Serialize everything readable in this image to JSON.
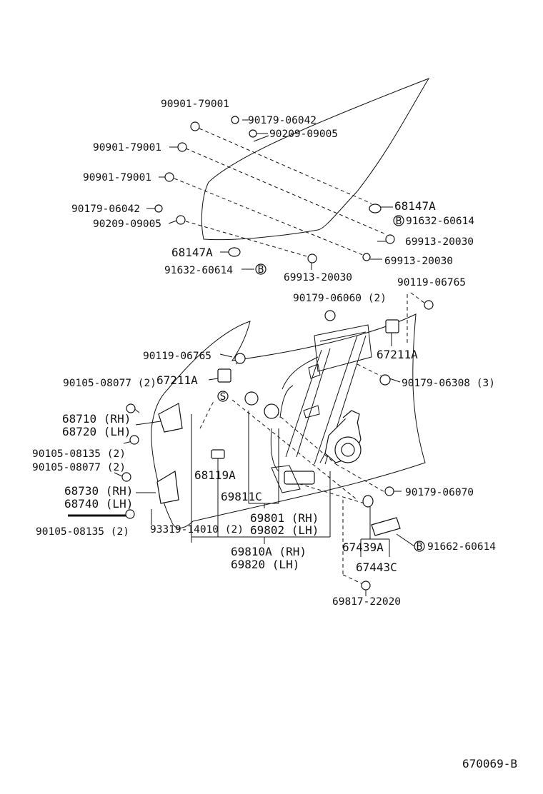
{
  "labels": {
    "p_90901_79001_a": "90901-79001",
    "p_90179_06042_a": "90179-06042",
    "p_90209_09005_a": "90209-09005",
    "p_90901_79001_b": "90901-79001",
    "p_90901_79001_c": "90901-79001",
    "p_68147a_a": "68147A",
    "p_90179_06042_b": "90179-06042",
    "p_91632_60614_a": "91632-60614",
    "p_90209_09005_b": "90209-09005",
    "p_69913_20030_a": "69913-20030",
    "p_68147a_b": "68147A",
    "p_69913_20030_b": "69913-20030",
    "p_91632_60614_b": "91632-60614",
    "p_69913_20030_c": "69913-20030",
    "p_90119_06765_a": "90119-06765",
    "p_90179_06060": "90179-06060 (2)",
    "p_67211a_a": "67211A",
    "p_90119_06765_b": "90119-06765",
    "p_90105_08077_a": "90105-08077 (2)",
    "p_67211a_b": "67211A",
    "p_90179_06308": "90179-06308 (3)",
    "p_68710": "68710 (RH)",
    "p_68720": "68720 (LH)",
    "p_90105_08135_a": "90105-08135 (2)",
    "p_90105_08077_b": "90105-08077 (2)",
    "p_68119a": "68119A",
    "p_68730": "68730 (RH)",
    "p_68740": "68740 (LH)",
    "p_69811c": "69811C",
    "p_90179_06070": "90179-06070",
    "p_69801": "69801 (RH)",
    "p_90105_08135_b": "90105-08135 (2)",
    "p_93319": "93319-14010 (2)",
    "p_69802": "69802 (LH)",
    "p_91662_60614": "91662-60614",
    "p_67439a": "67439A",
    "p_69810a": "69810A (RH)",
    "p_69820": "69820  (LH)",
    "p_67443c": "67443C",
    "p_69817_22020": "69817-22020",
    "b_mark": "B",
    "s_mark": "S"
  },
  "diagram_code": "670069-B"
}
